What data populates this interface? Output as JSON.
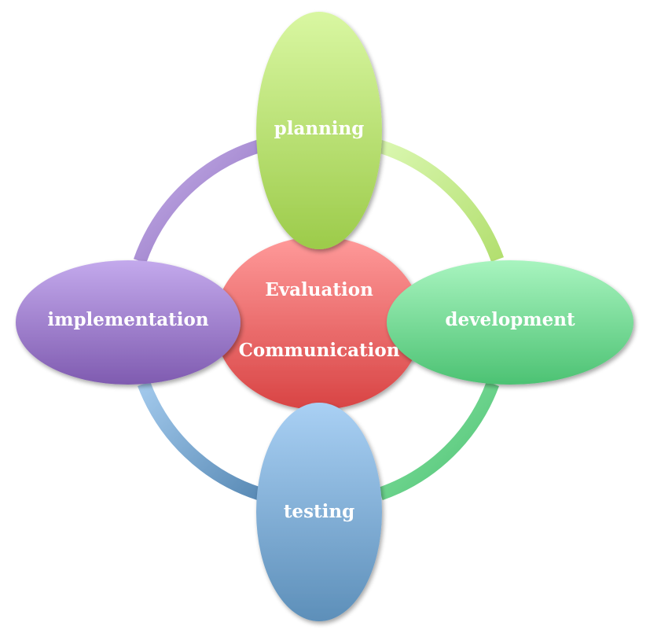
{
  "center": {
    "line1": "Evaluation",
    "line2": "Communication",
    "color": "#e86262"
  },
  "nodes": {
    "top": {
      "label": "planning",
      "color": "#b5dc6c"
    },
    "right": {
      "label": "development",
      "color": "#6fd98c"
    },
    "bottom": {
      "label": "testing",
      "color": "#7fb0d8"
    },
    "left": {
      "label": "implementation",
      "color": "#9c7cc8"
    }
  },
  "ring": {
    "top_right_color": "#c9ef8f",
    "bottom_right_color": "#6ed68a",
    "bottom_left_color": "#7aa9d0",
    "top_left_color": "#b29ad6"
  }
}
